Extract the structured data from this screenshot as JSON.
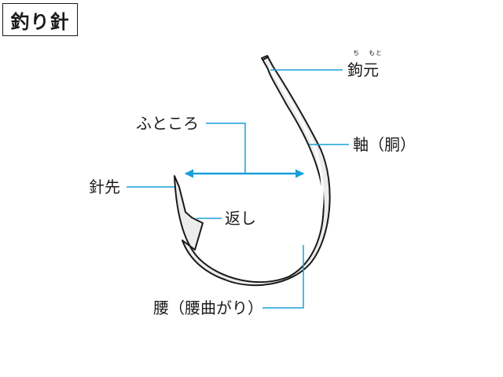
{
  "title": "釣り針",
  "labels": {
    "chimoto": "鉤元",
    "chimoto_ruby_1": "ち",
    "chimoto_ruby_2": "もと",
    "futokoro": "ふところ",
    "jiku": "軸（胴）",
    "harisaki": "針先",
    "kaeshi": "返し",
    "koshi": "腰（腰曲がり）"
  },
  "colors": {
    "leader_line": "#1aa0d8",
    "arrow": "#1aa0d8",
    "hook_fill": "#ececec",
    "hook_stroke": "#1a1a1a",
    "text": "#1a1a1a"
  }
}
